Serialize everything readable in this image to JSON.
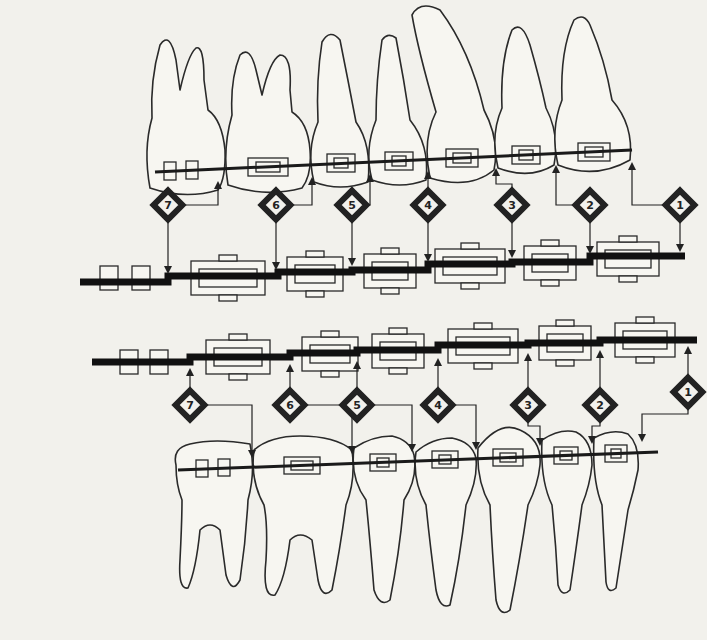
{
  "diagram": {
    "nodes": [
      {
        "text": [
          "7"
        ]
      },
      {
        "text": [
          "6"
        ]
      },
      {
        "text": [
          "5"
        ]
      },
      {
        "text": [
          "4"
        ]
      },
      {
        "text": [
          "3"
        ]
      },
      {
        "text": [
          "2"
        ]
      },
      {
        "text": [
          "1"
        ]
      },
      {
        "text": [
          "7"
        ]
      },
      {
        "text": [
          "6"
        ]
      },
      {
        "text": [
          "5"
        ]
      },
      {
        "text": [
          "4"
        ]
      },
      {
        "text": [
          "3"
        ]
      },
      {
        "text": [
          "2"
        ]
      },
      {
        "text": [
          "1"
        ]
      }
    ]
  }
}
